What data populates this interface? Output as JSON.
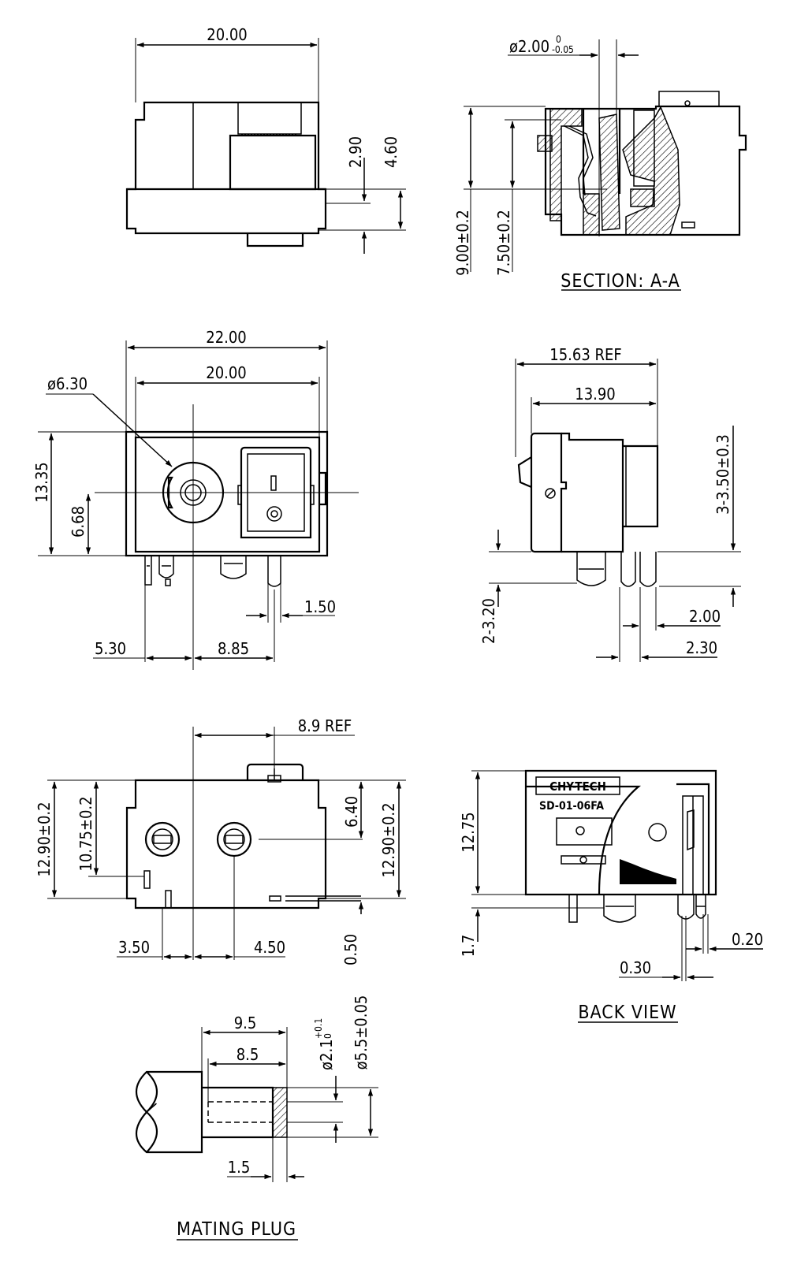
{
  "views": {
    "top": {
      "width": "20.00",
      "h1": "2.90",
      "h2": "4.60"
    },
    "section": {
      "title": "SECTION: A-A",
      "pin_dia": "ø2.00",
      "pin_tol_upper": "0",
      "pin_tol_lower": "-0.05",
      "height_a": "9.00±0.2",
      "height_b": "7.50±0.2"
    },
    "front": {
      "overall_width": "22.00",
      "body_width": "20.00",
      "jack_dia": "ø6.30",
      "height": "13.35",
      "center": "6.68",
      "pin_width": "1.50",
      "offset_left": "5.30",
      "pin_pitch": "8.85"
    },
    "side": {
      "ref_len": "15.63 REF",
      "body_len": "13.90",
      "pin_len": "3-3.50±0.3",
      "pin_thick": "2-3.20",
      "w1": "2.00",
      "w2": "2.30"
    },
    "bottom": {
      "ref": "8.9 REF",
      "h_left": "12.90±0.2",
      "h_inner": "10.75±0.2",
      "center": "6.40",
      "h_right": "12.90±0.2",
      "offset": "3.50",
      "pitch": "4.50",
      "thick": "0.50"
    },
    "back": {
      "title": "BACK VIEW",
      "brand": "CHY-TECH",
      "model": "SD-01-06FA",
      "height": "12.75",
      "lead": "1.7",
      "t1": "0.20",
      "t2": "0.30"
    },
    "plug": {
      "title": "MATING PLUG",
      "len_outer": "9.5",
      "len_inner": "8.5",
      "inner_dia": "ø2.1",
      "inner_tol_upper": "+0.1",
      "inner_tol_lower": "0",
      "outer_dia": "ø5.5±0.05",
      "tip": "1.5"
    }
  }
}
